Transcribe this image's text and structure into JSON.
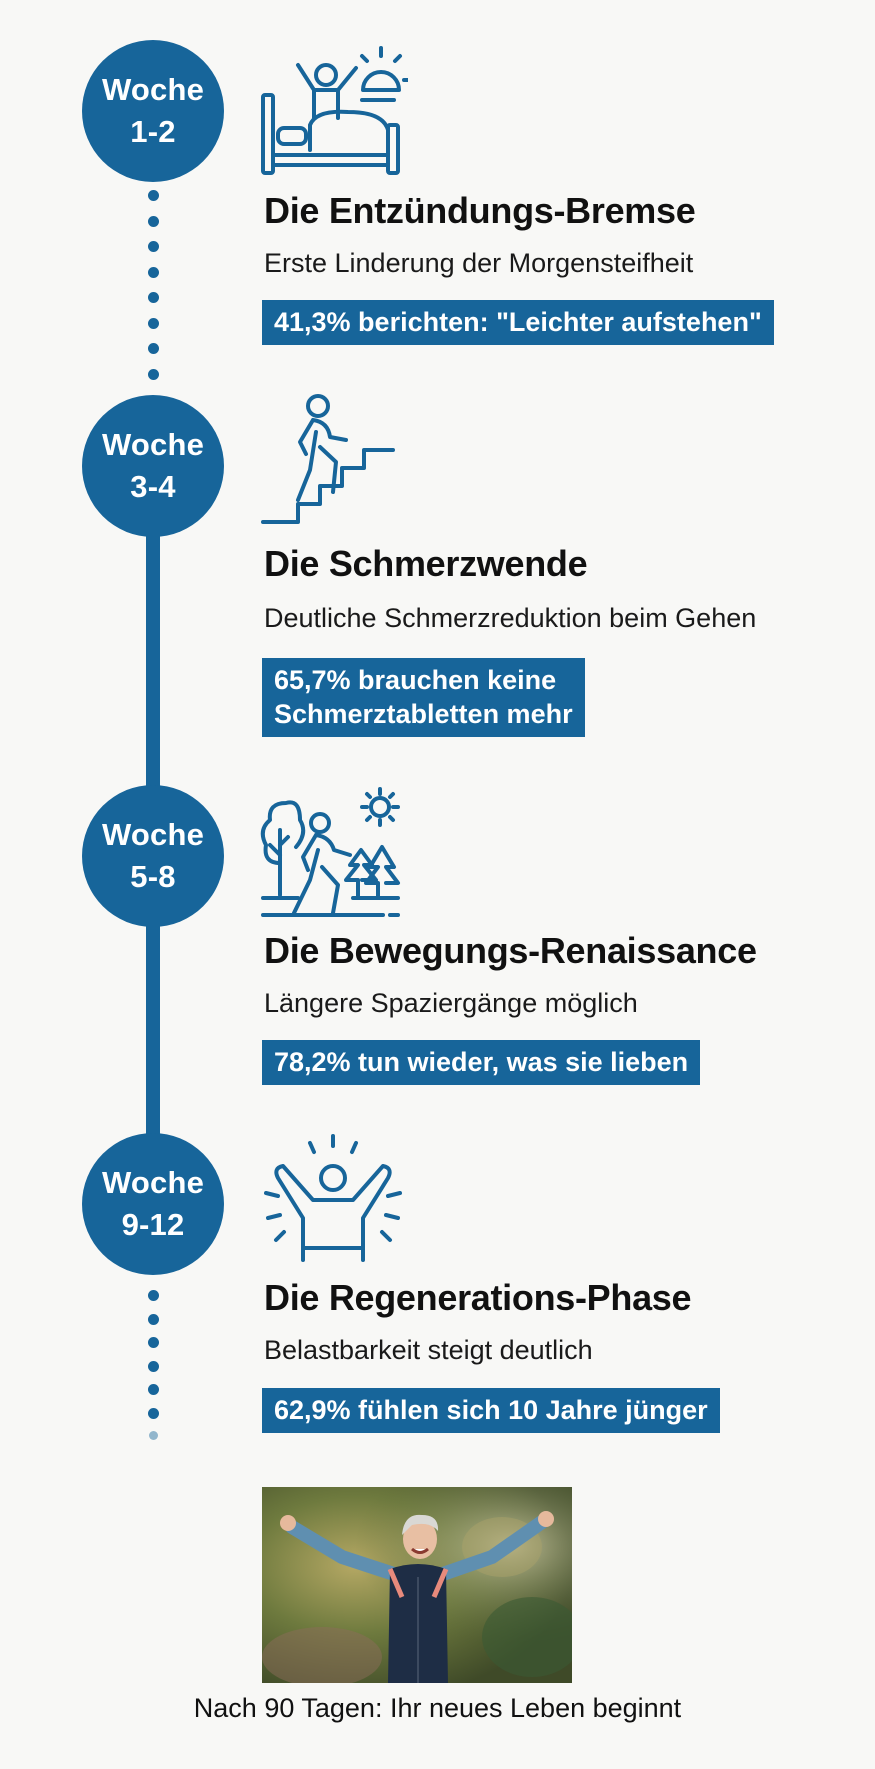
{
  "colors": {
    "accent": "#17659a",
    "text": "#111111",
    "background": "#f8f8f6"
  },
  "stages": [
    {
      "week_label": "Woche",
      "week_range": "1-2",
      "icon": "person-rising-from-bed-with-sunrise-icon",
      "title": "Die Entzündungs-Bremse",
      "subtitle": "Erste Linderung der Morgensteifheit",
      "stat": "41,3% berichten: \"Leichter aufstehen\""
    },
    {
      "week_label": "Woche",
      "week_range": "3-4",
      "icon": "person-climbing-stairs-icon",
      "title": "Die Schmerzwende",
      "subtitle": "Deutliche Schmerzreduktion beim Gehen",
      "stat_line1": "65,7% brauchen keine",
      "stat_line2": "Schmerztabletten mehr"
    },
    {
      "week_label": "Woche",
      "week_range": "5-8",
      "icon": "person-walking-in-nature-icon",
      "title": "Die Bewegungs-Renaissance",
      "subtitle": "Längere Spaziergänge möglich",
      "stat": "78,2% tun wieder, was sie lieben"
    },
    {
      "week_label": "Woche",
      "week_range": "9-12",
      "icon": "person-celebrating-arms-raised-icon",
      "title": "Die Regenerations-Phase",
      "subtitle": "Belastbarkeit steigt deutlich",
      "stat": "62,9% fühlen sich 10 Jahre jünger"
    }
  ],
  "photo": {
    "description": "Smiling older woman with arms outstretched in a park, wearing a navy and blue sports jacket"
  },
  "caption": "Nach 90 Tagen: Ihr neues Leben beginnt"
}
